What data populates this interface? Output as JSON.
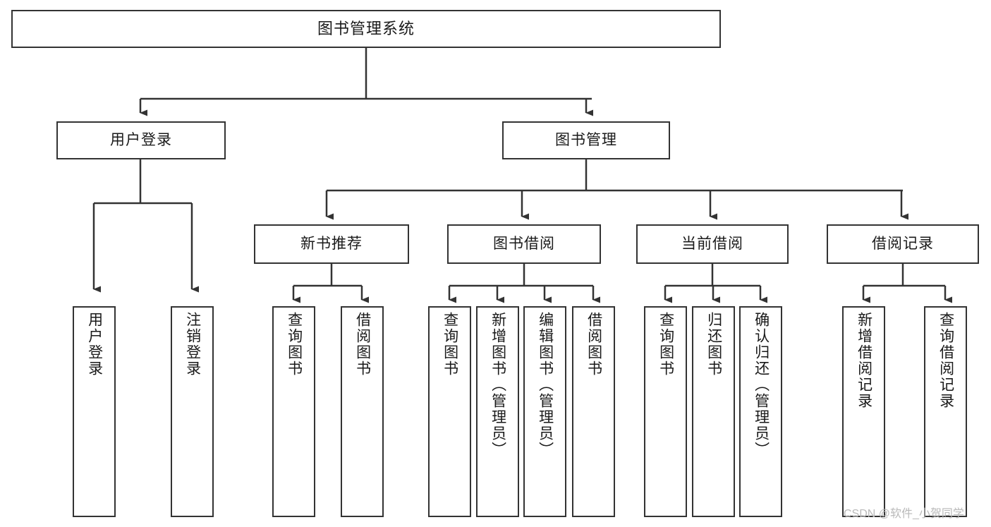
{
  "diagram": {
    "title": "图书管理系统",
    "type": "tree",
    "orientation": "top-down",
    "colors": {
      "box_stroke": "#333333",
      "box_fill": "#ffffff",
      "edge": "#333333",
      "text": "#1a1a1a",
      "watermark": "#b9b9b9",
      "background": "#ffffff"
    },
    "watermark": "CSDN @软件_小贺同学",
    "nodes": {
      "root": {
        "label": "图书管理系统"
      },
      "level2": [
        {
          "label": "用户登录"
        },
        {
          "label": "图书管理"
        }
      ],
      "level3": [
        {
          "label": "新书推荐"
        },
        {
          "label": "图书借阅"
        },
        {
          "label": "当前借阅"
        },
        {
          "label": "借阅记录"
        }
      ],
      "leaves": {
        "user_login": [
          {
            "label": "用户登录"
          },
          {
            "label": "注销登录"
          }
        ],
        "new_book_recommend": [
          {
            "label": "查询图书"
          },
          {
            "label": "借阅图书"
          }
        ],
        "book_borrow": [
          {
            "label": "查询图书"
          },
          {
            "label": "新增图书（管理员）"
          },
          {
            "label": "编辑图书（管理员）"
          },
          {
            "label": "借阅图书"
          }
        ],
        "current_borrow": [
          {
            "label": "查询图书"
          },
          {
            "label": "归还图书"
          },
          {
            "label": "确认归还（管理员）"
          }
        ],
        "borrow_record": [
          {
            "label": "新增借阅记录"
          },
          {
            "label": "查询借阅记录"
          }
        ]
      }
    }
  }
}
